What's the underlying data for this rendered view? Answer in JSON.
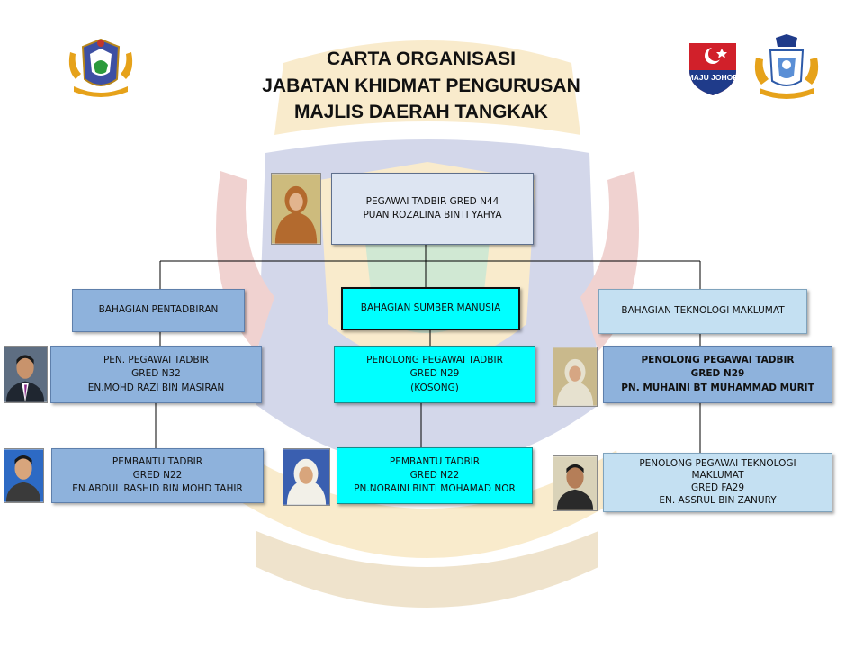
{
  "titles": {
    "line1": "CARTA ORGANISASI",
    "line2": "JABATAN KHIDMAT PENGURUSAN",
    "line3": "MAJLIS  DAERAH  TANGKAK"
  },
  "logos": {
    "johor_badge_text": "MAJU JOHOR"
  },
  "head": {
    "line1": "PEGAWAI TADBIR GRED N44",
    "line2": "PUAN ROZALINA BINTI YAHYA"
  },
  "departments": [
    {
      "label": "BAHAGIAN PENTADBIRAN",
      "staff": [
        {
          "lines": [
            "PEN. PEGAWAI TADBIR",
            "GRED N32",
            "EN.MOHD RAZI BIN MASIRAN"
          ]
        },
        {
          "lines": [
            "PEMBANTU TADBIR",
            "GRED N22",
            "EN.ABDUL  RASHID BIN MOHD TAHIR"
          ]
        }
      ]
    },
    {
      "label": "BAHAGIAN SUMBER MANUSIA",
      "staff": [
        {
          "lines": [
            "PENOLONG PEGAWAI TADBIR",
            "GRED N29",
            "(KOSONG)"
          ]
        },
        {
          "lines": [
            "PEMBANTU TADBIR",
            "GRED N22",
            "PN.NORAINI BINTI MOHAMAD NOR"
          ]
        }
      ]
    },
    {
      "label": "BAHAGIAN TEKNOLOGI MAKLUMAT",
      "staff": [
        {
          "lines": [
            "PENOLONG PEGAWAI TADBIR",
            "GRED N29",
            "PN. MUHAINI BT MUHAMMAD MURIT"
          ]
        },
        {
          "lines": [
            "PENOLONG PEGAWAI TEKNOLOGI",
            "MAKLUMAT",
            "GRED FA29",
            "EN. ASSRUL BIN ZANURY"
          ]
        }
      ]
    }
  ],
  "colors": {
    "head_box": "#dde5f2",
    "dept_blue": "#8eb2dc",
    "dept_cyan": "#00ffff",
    "dept_light": "#c4e0f2",
    "connector": "#000000"
  }
}
